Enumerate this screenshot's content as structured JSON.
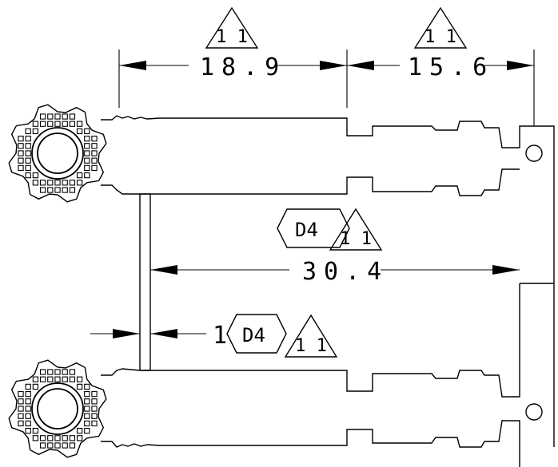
{
  "dimensions": {
    "top_left": "18.9",
    "top_right": "15.6",
    "middle": "30.4",
    "gap": "1"
  },
  "callouts": {
    "top_left_rev": "1 1",
    "top_right_rev": "1 1",
    "middle_code": "D4",
    "middle_rev": "1 1",
    "lower_code": "D4",
    "lower_rev": "1 1"
  }
}
